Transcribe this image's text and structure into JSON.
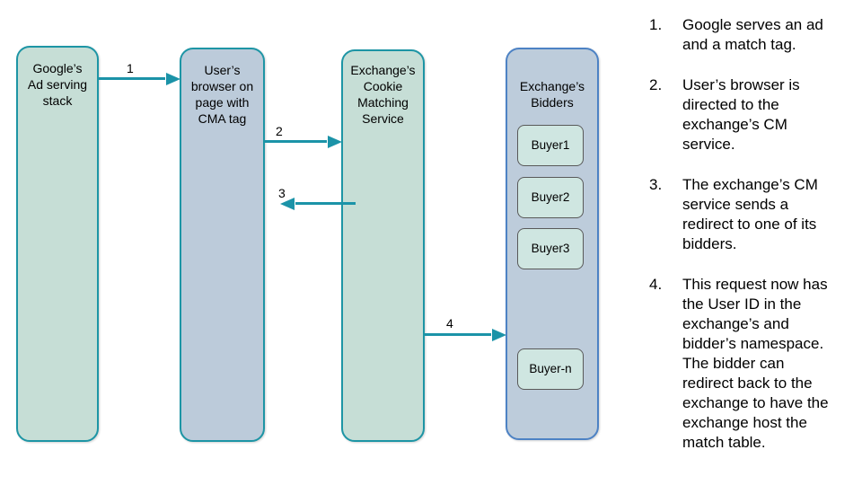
{
  "diagram": {
    "nodes": [
      {
        "id": "google-ad-stack",
        "label": "Google’s\nAd serving\nstack"
      },
      {
        "id": "user-browser",
        "label": "User’s\nbrowser on\npage with\nCMA tag"
      },
      {
        "id": "cm-service",
        "label": "Exchange’s\nCookie\nMatching\nService"
      },
      {
        "id": "bidders",
        "label": "Exchange’s\nBidders",
        "buyers": [
          "Buyer1",
          "Buyer2",
          "Buyer3",
          "Buyer-n"
        ]
      }
    ],
    "arrows": [
      {
        "number": "1",
        "from": "google-ad-stack",
        "to": "user-browser"
      },
      {
        "number": "2",
        "from": "user-browser",
        "to": "cm-service"
      },
      {
        "number": "3",
        "from": "cm-service",
        "to": "user-browser"
      },
      {
        "number": "4",
        "from": "cm-service",
        "to": "bidders"
      }
    ],
    "colors": {
      "green_fill": "#c6ded6",
      "teal_border": "#1d95a5",
      "blue_fill": "#bccbda",
      "bidders_border": "#4d82c4",
      "buyer_fill": "#cfe6e1",
      "arrow": "#1b93a8"
    }
  },
  "steps": {
    "items": [
      {
        "num": "1.",
        "text": "Google serves an ad\nand a match tag."
      },
      {
        "num": "2.",
        "text": "User’s browser is\ndirected to the\nexchange’s CM\nservice."
      },
      {
        "num": "3.",
        "text": "The exchange’s CM\nservice sends a\nredirect to one of its\nbidders."
      },
      {
        "num": "4.",
        "text": "This request now has\nthe User ID in the\nexchange’s and\nbidder’s namespace.\nThe bidder can\nredirect back to the\nexchange to have the\nexchange host the\nmatch table."
      }
    ]
  }
}
